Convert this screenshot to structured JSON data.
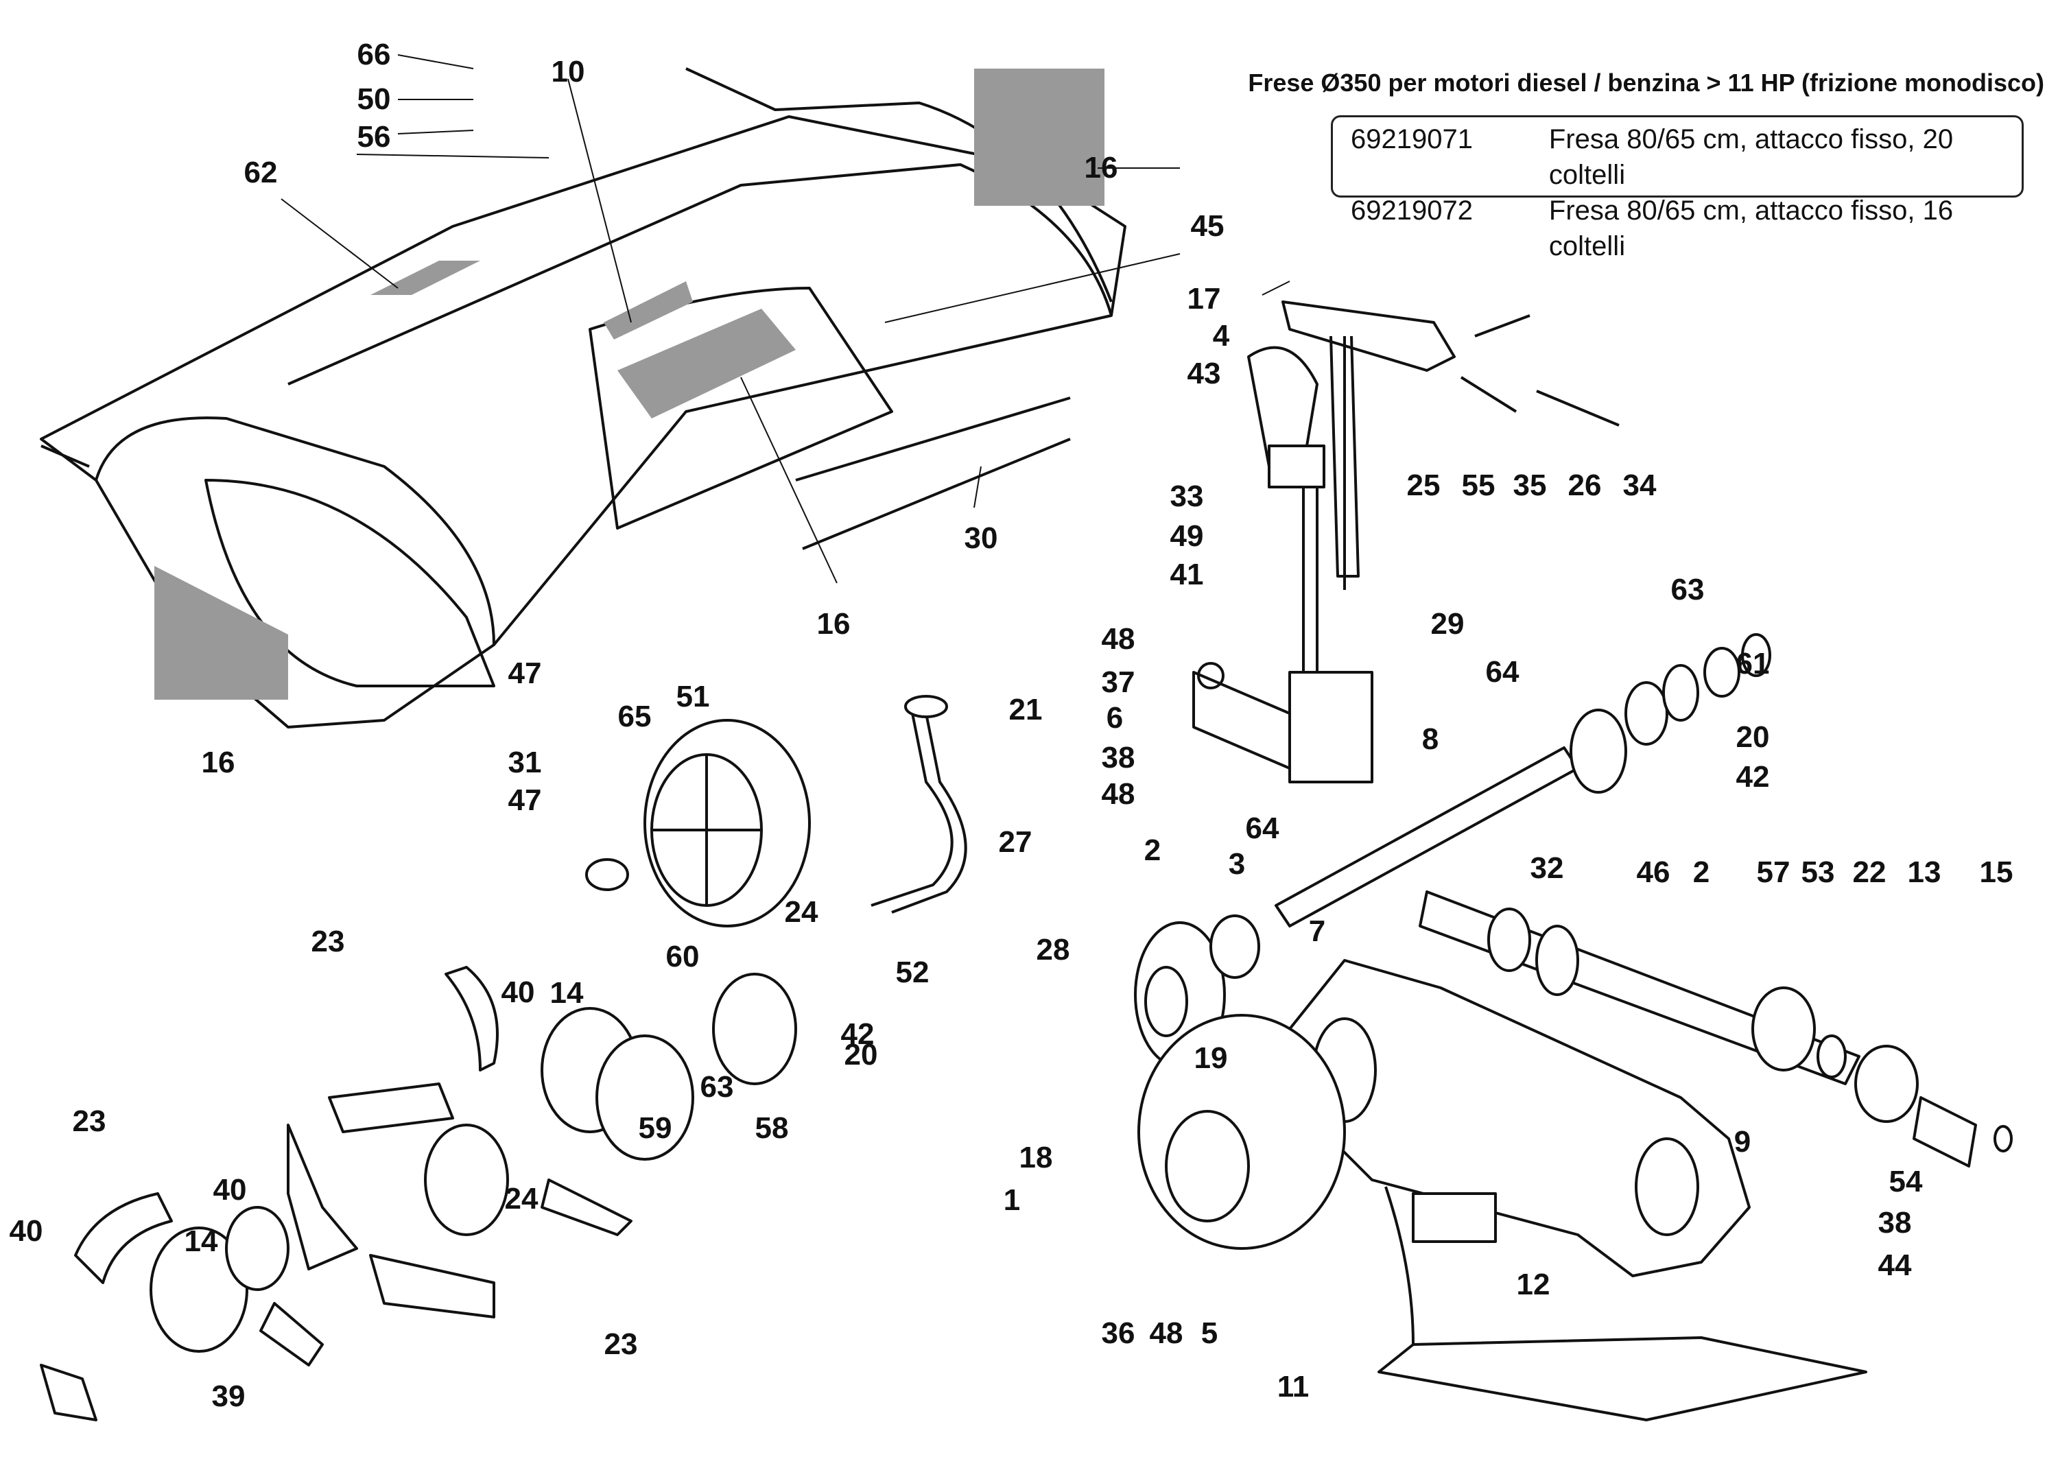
{
  "title": "Frese Ø350 per motori diesel / benzina > 11 HP (frizione monodisco)",
  "codes": [
    {
      "code": "69219071",
      "description": "Fresa 80/65 cm, attacco fisso, 20 coltelli"
    },
    {
      "code": "69219072",
      "description": "Fresa 80/65 cm, attacco fisso, 16 coltelli"
    }
  ],
  "part_labels": [
    "66",
    "50",
    "56",
    "10",
    "62",
    "16",
    "45",
    "16",
    "16",
    "30",
    "65",
    "51",
    "17",
    "4",
    "43",
    "25",
    "55",
    "35",
    "26",
    "34",
    "33",
    "49",
    "41",
    "48",
    "37",
    "6",
    "38",
    "48",
    "29",
    "64",
    "64",
    "8",
    "63",
    "61",
    "20",
    "42",
    "47",
    "21",
    "31",
    "47",
    "27",
    "52",
    "24",
    "2",
    "3",
    "28",
    "32",
    "46",
    "2",
    "57",
    "53",
    "22",
    "13",
    "15",
    "7",
    "19",
    "9",
    "23",
    "40",
    "14",
    "60",
    "63",
    "58",
    "59",
    "24",
    "42",
    "20",
    "18",
    "1",
    "54",
    "38",
    "44",
    "12",
    "36",
    "48",
    "5",
    "11",
    "23",
    "40",
    "14",
    "40",
    "39",
    "23"
  ],
  "colors": {
    "ink": "#111111",
    "decal": "#999999",
    "background": "#ffffff"
  }
}
